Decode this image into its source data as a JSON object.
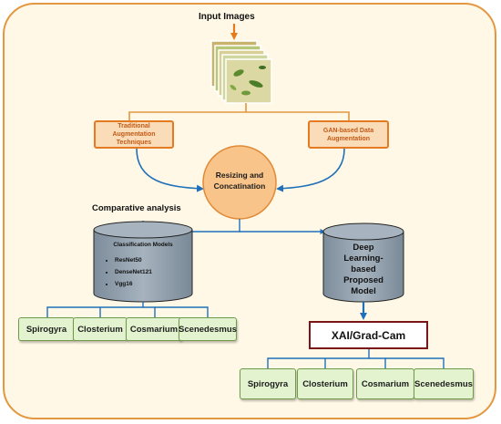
{
  "input_label": "Input Images",
  "augmentation": {
    "traditional": "Traditional Augmentation Techniques",
    "gan": "GAN-based Data Augmentation"
  },
  "resize_concat": "Resizing and Concatination",
  "comparative_label": "Comparative analysis",
  "classification": {
    "title": "Classification Models",
    "models": [
      "ResNet50",
      "DenseNet121",
      "Vgg16"
    ]
  },
  "proposed_model": "Deep Learning-based Proposed Model",
  "xai_label": "XAI/Grad-Cam",
  "classes_left": [
    "Spirogyra",
    "Closterium",
    "Cosmarium",
    "Scenedesmus"
  ],
  "classes_right": [
    "Spirogyra",
    "Closterium",
    "Cosmarium",
    "Scenedesmus"
  ],
  "colors": {
    "background": "#fff8e6",
    "outline": "#e39740",
    "augment_fill": "#fbdcb8",
    "circle_fill": "#f9c489",
    "cylinder_fill": "#8d9caa",
    "class_fill": "#e3f3cf",
    "arrow_blue": "#1f70b9",
    "xai_border": "#7a1518"
  }
}
